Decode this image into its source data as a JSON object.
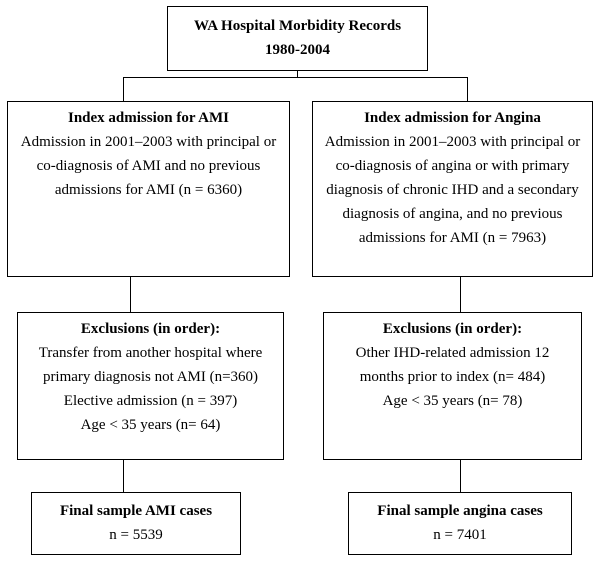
{
  "source": {
    "title": "WA Hospital Morbidity Records",
    "subtitle": "1980-2004"
  },
  "ami": {
    "index": {
      "title": "Index admission for AMI",
      "lines": [
        "Admission in 2001–2003 with principal or",
        "co-diagnosis of AMI and no previous",
        "admissions for AMI (n = 6360)"
      ]
    },
    "exclusions": {
      "title": "Exclusions (in order):",
      "lines": [
        "Transfer from another hospital where",
        "primary diagnosis not AMI (n=360)",
        "Elective admission (n = 397)",
        "Age < 35 years (n= 64)"
      ]
    },
    "final": {
      "title": "Final sample AMI cases",
      "count": "n = 5539"
    }
  },
  "angina": {
    "index": {
      "title": "Index admission for Angina",
      "lines": [
        "Admission in 2001–2003 with principal or",
        "co-diagnosis of angina or with primary",
        "diagnosis of chronic IHD and a secondary",
        "diagnosis of angina, and no previous",
        "admissions for AMI (n = 7963)"
      ]
    },
    "exclusions": {
      "title": "Exclusions (in order):",
      "lines": [
        "Other IHD-related admission 12",
        "months prior to index (n= 484)",
        "Age < 35 years (n= 78)"
      ]
    },
    "final": {
      "title": "Final sample angina cases",
      "count": "n = 7401"
    }
  }
}
